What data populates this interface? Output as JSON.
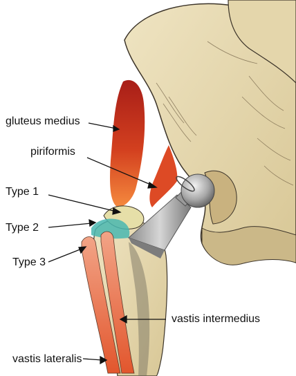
{
  "labels": {
    "gluteus_medius": "gluteus medius",
    "piriformis": "piriformis",
    "type1": "Type 1",
    "type2": "Type 2",
    "type3": "Type 3",
    "vastis_intermedius": "vastis intermedius",
    "vastis_lateralis": "vastis lateralis"
  },
  "colors": {
    "bone": "#e9dcb3",
    "bone_shadow": "#b9a57a",
    "outline": "#3b3328",
    "muscle_dark": "#b3221a",
    "muscle_light": "#f27a3a",
    "implant": "#a9a9a9",
    "implant_dark": "#6e6e6e",
    "type2_teal": "#49b7b0",
    "type1_tan": "#e6dfa8"
  }
}
